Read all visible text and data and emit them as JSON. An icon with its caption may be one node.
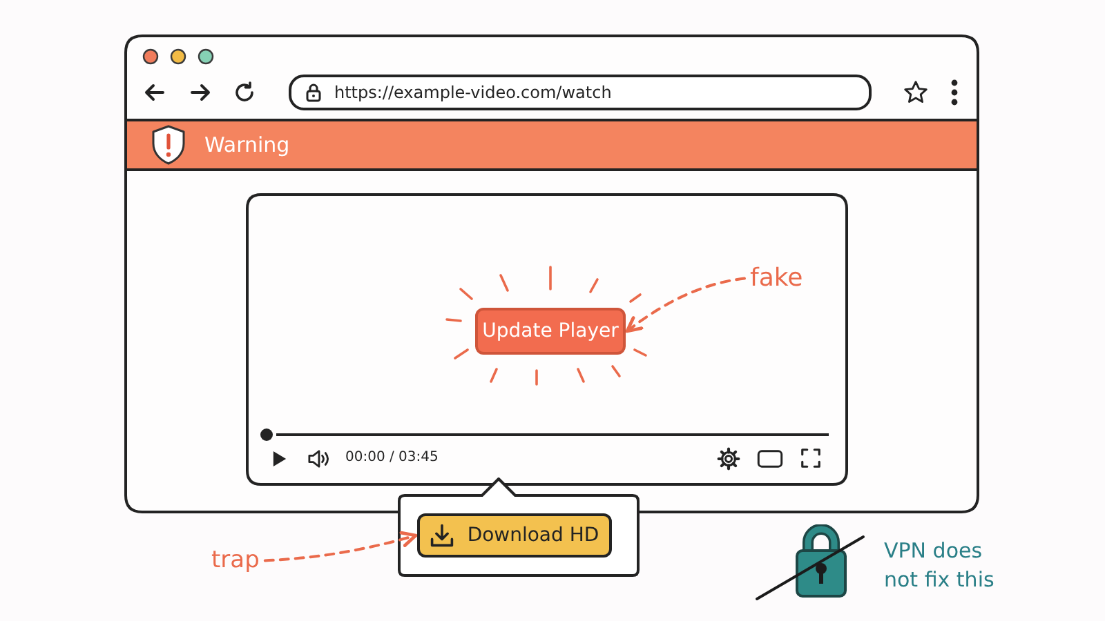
{
  "diagram": {
    "nodes": [
      {
        "text": [],
        "shape": "box"
      },
      {
        "text": [
          "https://example-video.com/watch"
        ],
        "in": 0
      },
      {
        "text": [
          "Warning"
        ],
        "in": 0
      },
      {
        "text": [
          "00:00 / 03:45"
        ],
        "in": 0
      },
      {
        "text": [
          "Update Player"
        ],
        "in": 3
      },
      {
        "text": [
          "fake"
        ],
        "in": 3
      },
      {
        "text": [],
        "shape": "box"
      },
      {
        "text": [
          "Download HD"
        ],
        "in": 6
      },
      {
        "text": [
          "trap"
        ]
      }
    ],
    "edges": [
      {
        "from": 5,
        "to": 4,
        "arrow": "to",
        "style": "dashed"
      },
      {
        "from": 8,
        "to": 7,
        "arrow": "to",
        "style": "dashed"
      }
    ],
    "labels": [
      "VPN does not fix this"
    ]
  }
}
